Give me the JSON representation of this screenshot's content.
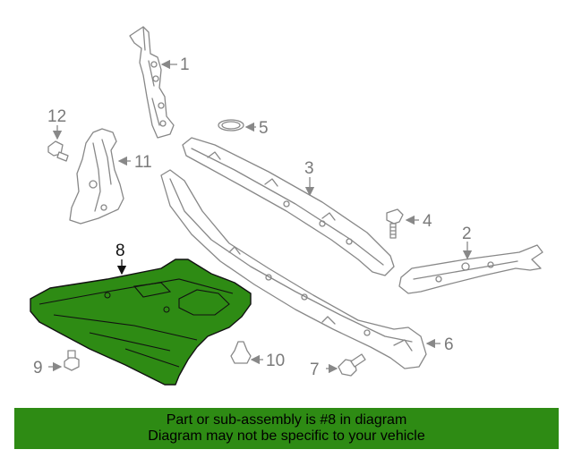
{
  "callouts": {
    "c1": "1",
    "c2": "2",
    "c3": "3",
    "c4": "4",
    "c5": "5",
    "c6": "6",
    "c7": "7",
    "c8": "8",
    "c9": "9",
    "c10": "10",
    "c11": "11",
    "c12": "12"
  },
  "highlight_color": "#2e8b14",
  "banner": {
    "line1": "Part or sub-assembly is #8 in diagram",
    "line2": "Diagram may not be specific to your vehicle"
  }
}
